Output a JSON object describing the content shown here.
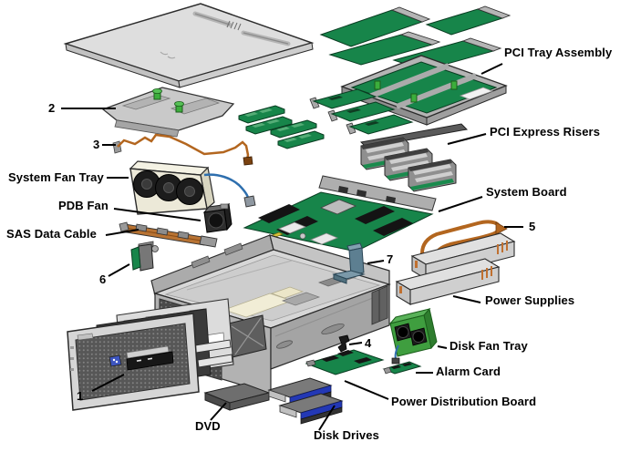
{
  "labels": {
    "pci_tray": "PCI Tray Assembly",
    "pci_risers": "PCI Express Risers",
    "system_board": "System Board",
    "system_fan_tray": "System Fan Tray",
    "pdb_fan": "PDB Fan",
    "sas_data_cable": "SAS Data Cable",
    "power_supplies": "Power Supplies",
    "disk_fan_tray": "Disk Fan Tray",
    "alarm_card": "Alarm Card",
    "power_distribution_board": "Power Distribution Board",
    "disk_drives": "Disk Drives",
    "dvd": "DVD"
  },
  "callouts": {
    "n1": "1",
    "n2": "2",
    "n3": "3",
    "n4": "4",
    "n5": "5",
    "n6": "6",
    "n7": "7"
  },
  "colors": {
    "pcb_green": "#17854a",
    "bright_green": "#3f9e3f",
    "cable_orange": "#b3661f",
    "cable_blue": "#2e6fae",
    "drive_blue": "#2338b5",
    "chassis_gray": "#b0b0b0",
    "label_text": "#000000",
    "background": "#ffffff"
  }
}
